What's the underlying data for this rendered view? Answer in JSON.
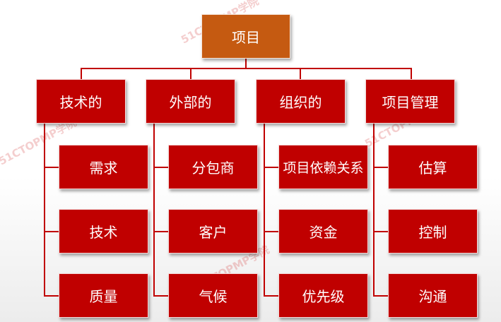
{
  "root": {
    "label": "项目"
  },
  "categories": [
    {
      "label": "技术的",
      "items": [
        "需求",
        "技术",
        "质量"
      ]
    },
    {
      "label": "外部的",
      "items": [
        "分包商",
        "客户",
        "气候"
      ]
    },
    {
      "label": "组织的",
      "items": [
        "项目依赖关系",
        "资金",
        "优先级"
      ]
    },
    {
      "label": "项目管理",
      "items": [
        "估算",
        "控制",
        "沟通"
      ]
    }
  ],
  "watermark": "51CTOPMP学院",
  "colors": {
    "root": "#c55a11",
    "box": "#c00000",
    "line": "#c00000"
  }
}
